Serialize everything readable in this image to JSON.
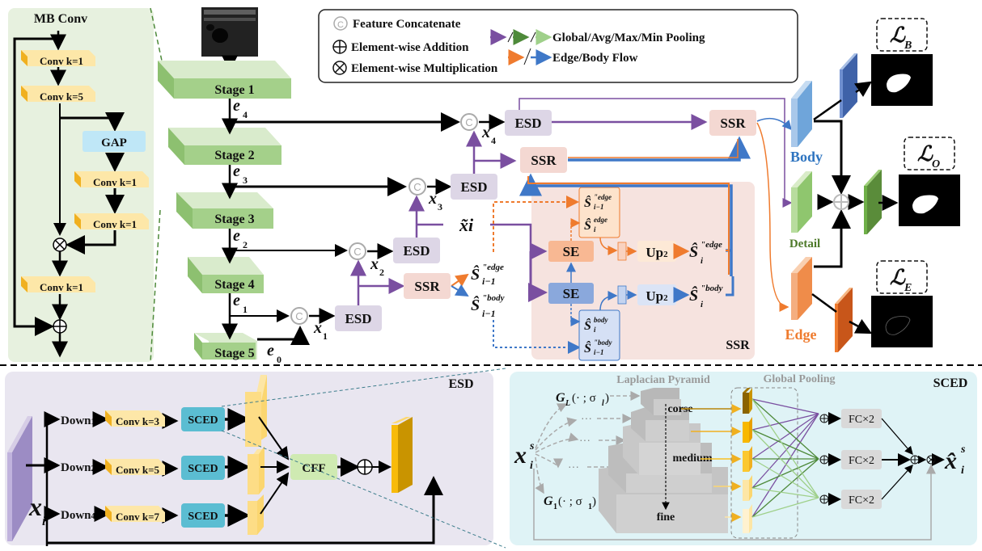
{
  "mbconv": {
    "title": "MB Conv",
    "conv1": "Conv k=1",
    "conv2": "Conv k=5",
    "gap": "GAP",
    "conv3": "Conv k=1",
    "conv4": "Conv k=1",
    "conv5": "Conv k=1"
  },
  "encoder": {
    "stages": [
      "Stage 1",
      "Stage 2",
      "Stage 3",
      "Stage 4",
      "Stage 5"
    ],
    "features": [
      "e4",
      "e3",
      "e2",
      "e1",
      "e0"
    ]
  },
  "legend": {
    "concat": "Feature Concatenate",
    "add": "Element-wise Addition",
    "mul": "Element-wise Multiplication",
    "pooling": "Global/Avg/Max/Min Pooling",
    "flow": "Edge/Body Flow",
    "colors": {
      "global": "#7a4fa0",
      "avg": "#4e8a3a",
      "max": "#9fd08a",
      "edge": "#ef7b2e",
      "body": "#3f78c8"
    }
  },
  "decoder": {
    "esd": "ESD",
    "ssr": "SSR",
    "se": "SE",
    "up": "Up",
    "up_sub": "2",
    "x_labels": [
      "x1",
      "x2",
      "x3",
      "x4"
    ],
    "x_tilde": "x̃i",
    "ssr_panel_label": "SSR"
  },
  "outputs": {
    "body": "Body",
    "detail": "Detail",
    "edge": "Edge",
    "loss_b": "B",
    "loss_o": "O",
    "loss_e": "E"
  },
  "esd_panel": {
    "title": "ESD",
    "downs": [
      "Down",
      "Down",
      "Down"
    ],
    "down_subs": [
      "1",
      "2",
      "4"
    ],
    "convs": [
      "Conv k=3",
      "Conv k=5",
      "Conv k=7"
    ],
    "sced": "SCED",
    "cff": "CFF",
    "input": "x"
  },
  "sced_panel": {
    "title": "SCED",
    "pyramid_title": "Laplacian Pyramid",
    "pooling_title": "Global Pooling",
    "levels": [
      "corse",
      "medium",
      "fine"
    ],
    "fc": "FC×2",
    "dots": "···"
  }
}
